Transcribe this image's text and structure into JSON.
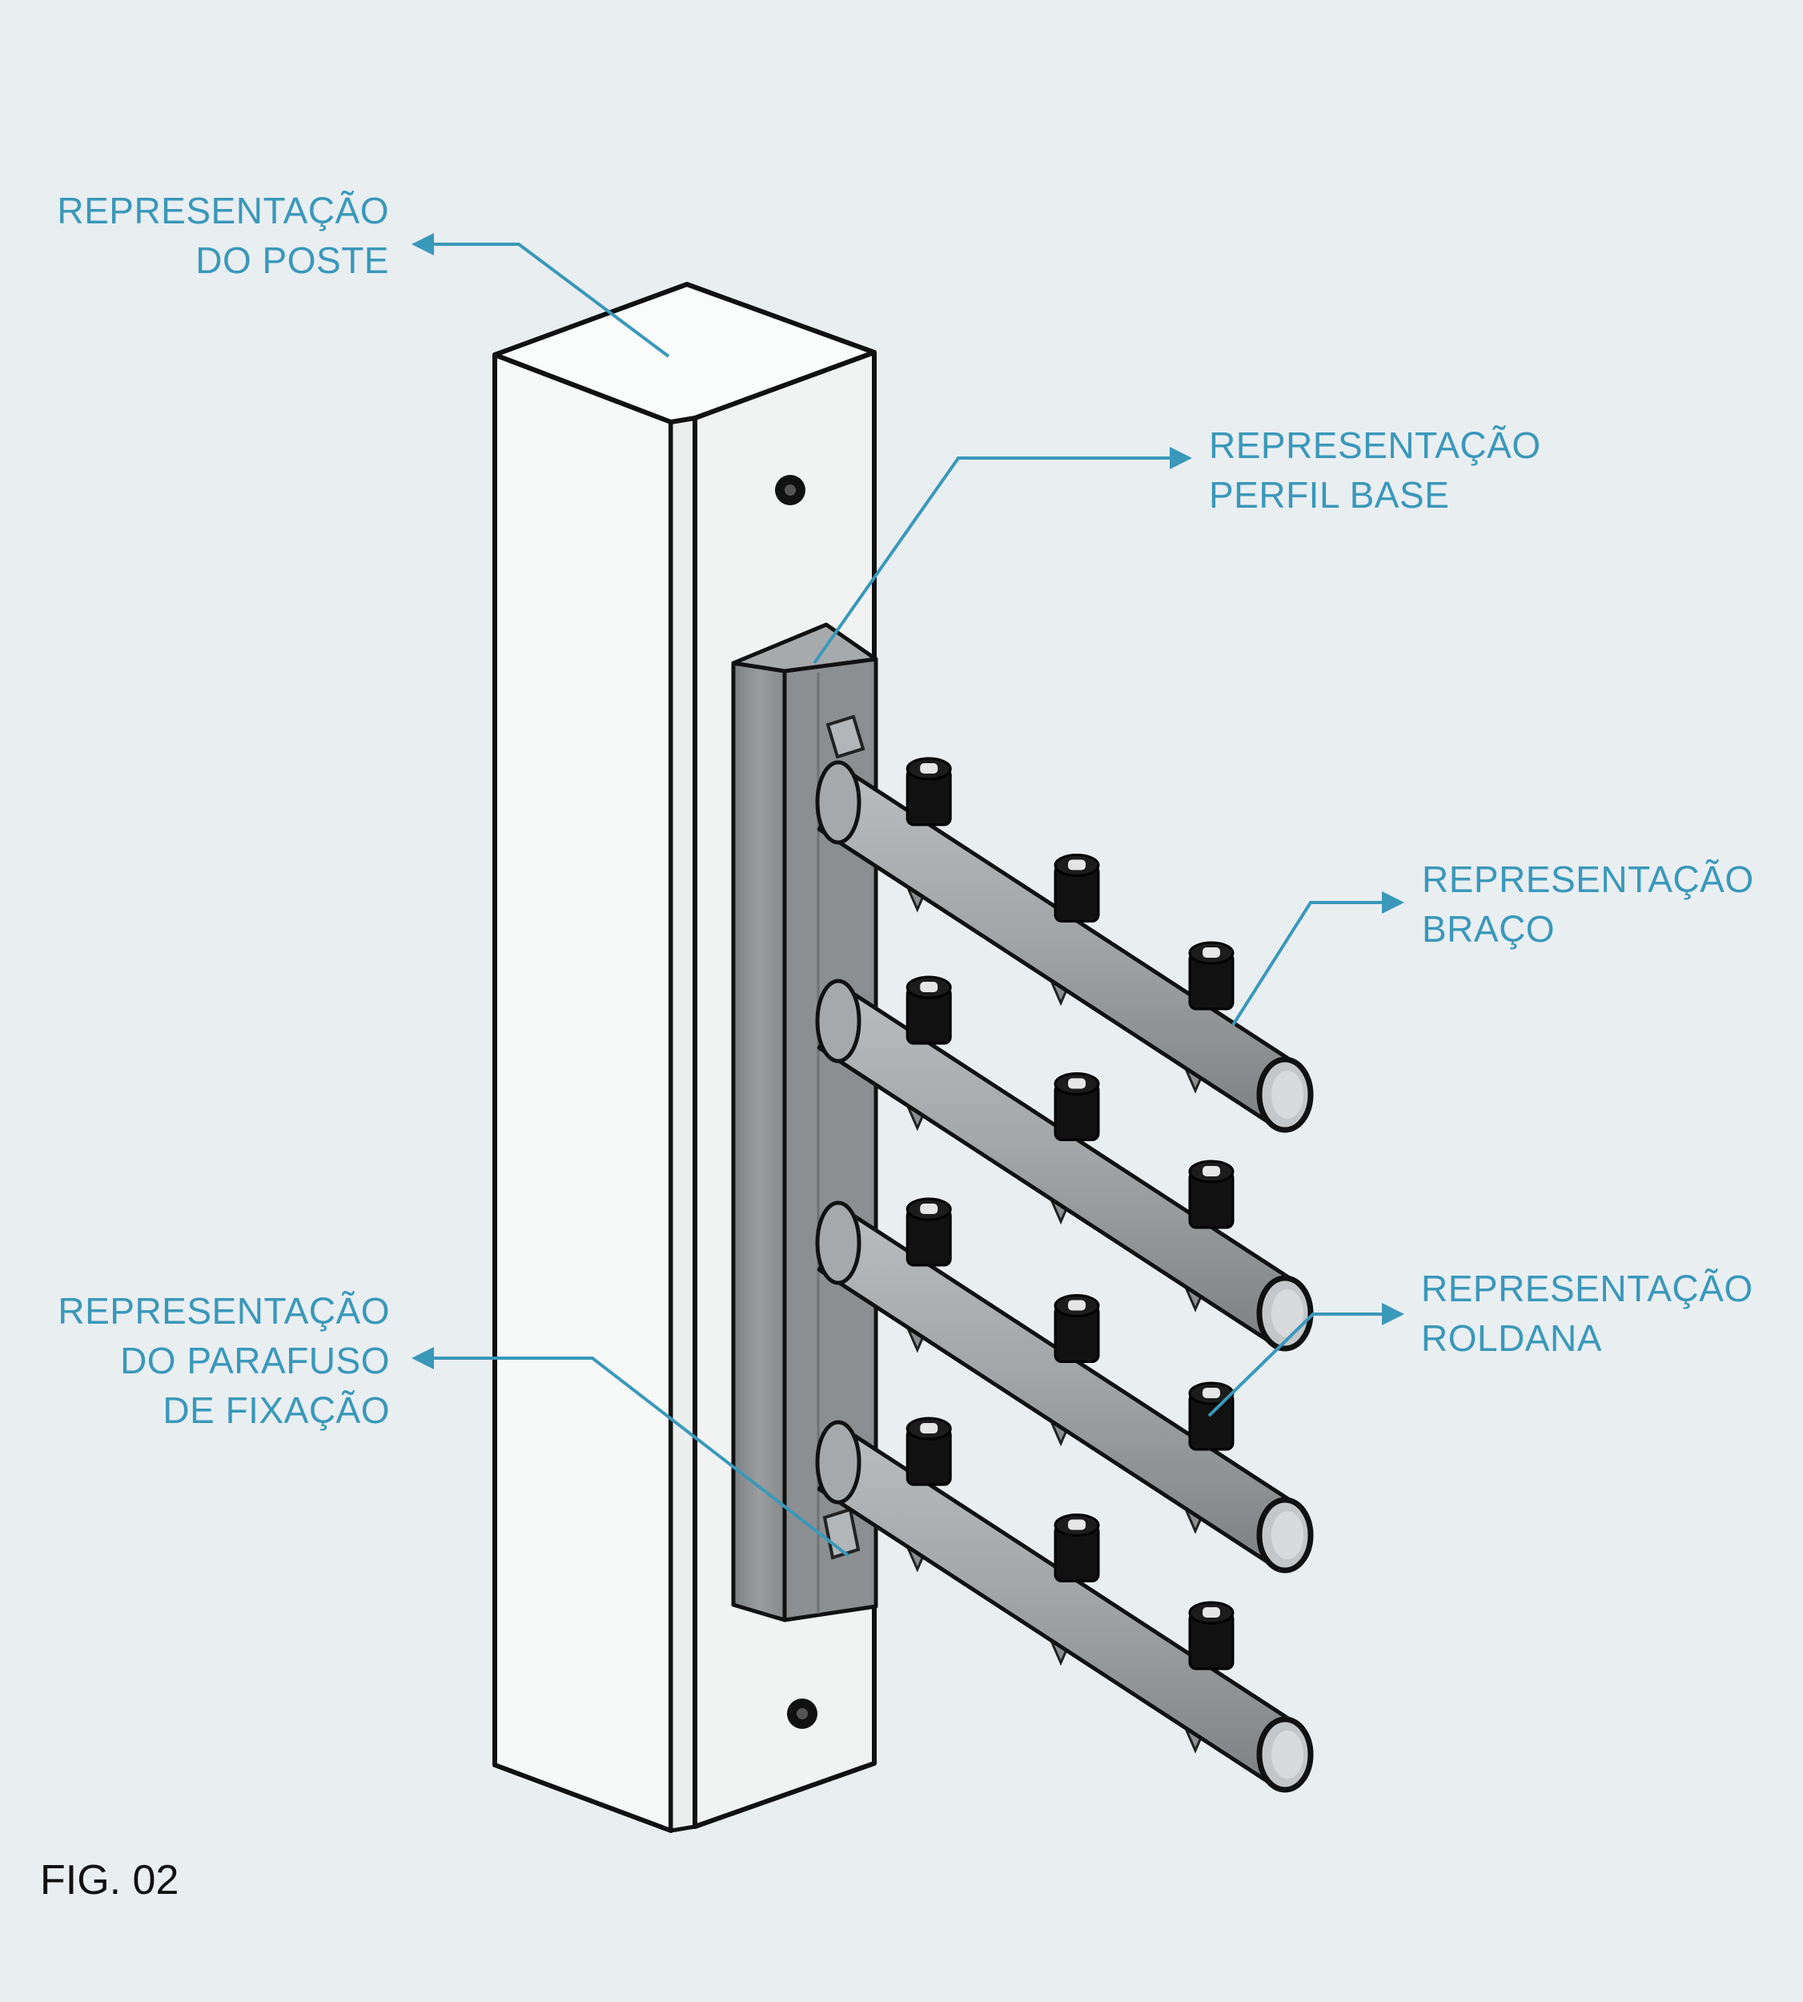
{
  "labels": {
    "poste": [
      "REPRESENTAÇÃO",
      "DO POSTE"
    ],
    "perfil_base": [
      "REPRESENTAÇÃO",
      "PERFIL BASE"
    ],
    "braco": [
      "REPRESENTAÇÃO",
      "BRAÇO"
    ],
    "roldana": [
      "REPRESENTAÇÃO",
      "ROLDANA"
    ],
    "parafuso": [
      "REPRESENTAÇÃO",
      "DO PARAFUSO",
      "DE FIXAÇÃO"
    ]
  },
  "caption": "FIG. 02",
  "colors": {
    "background": "#e9eef1",
    "callout": "#3a98b9",
    "post_fill": "#f4f6f6",
    "profile_fill": "#8f9294",
    "arm_fill": "#9b9ea0",
    "roller_fill": "#101010",
    "outline": "#111111"
  }
}
